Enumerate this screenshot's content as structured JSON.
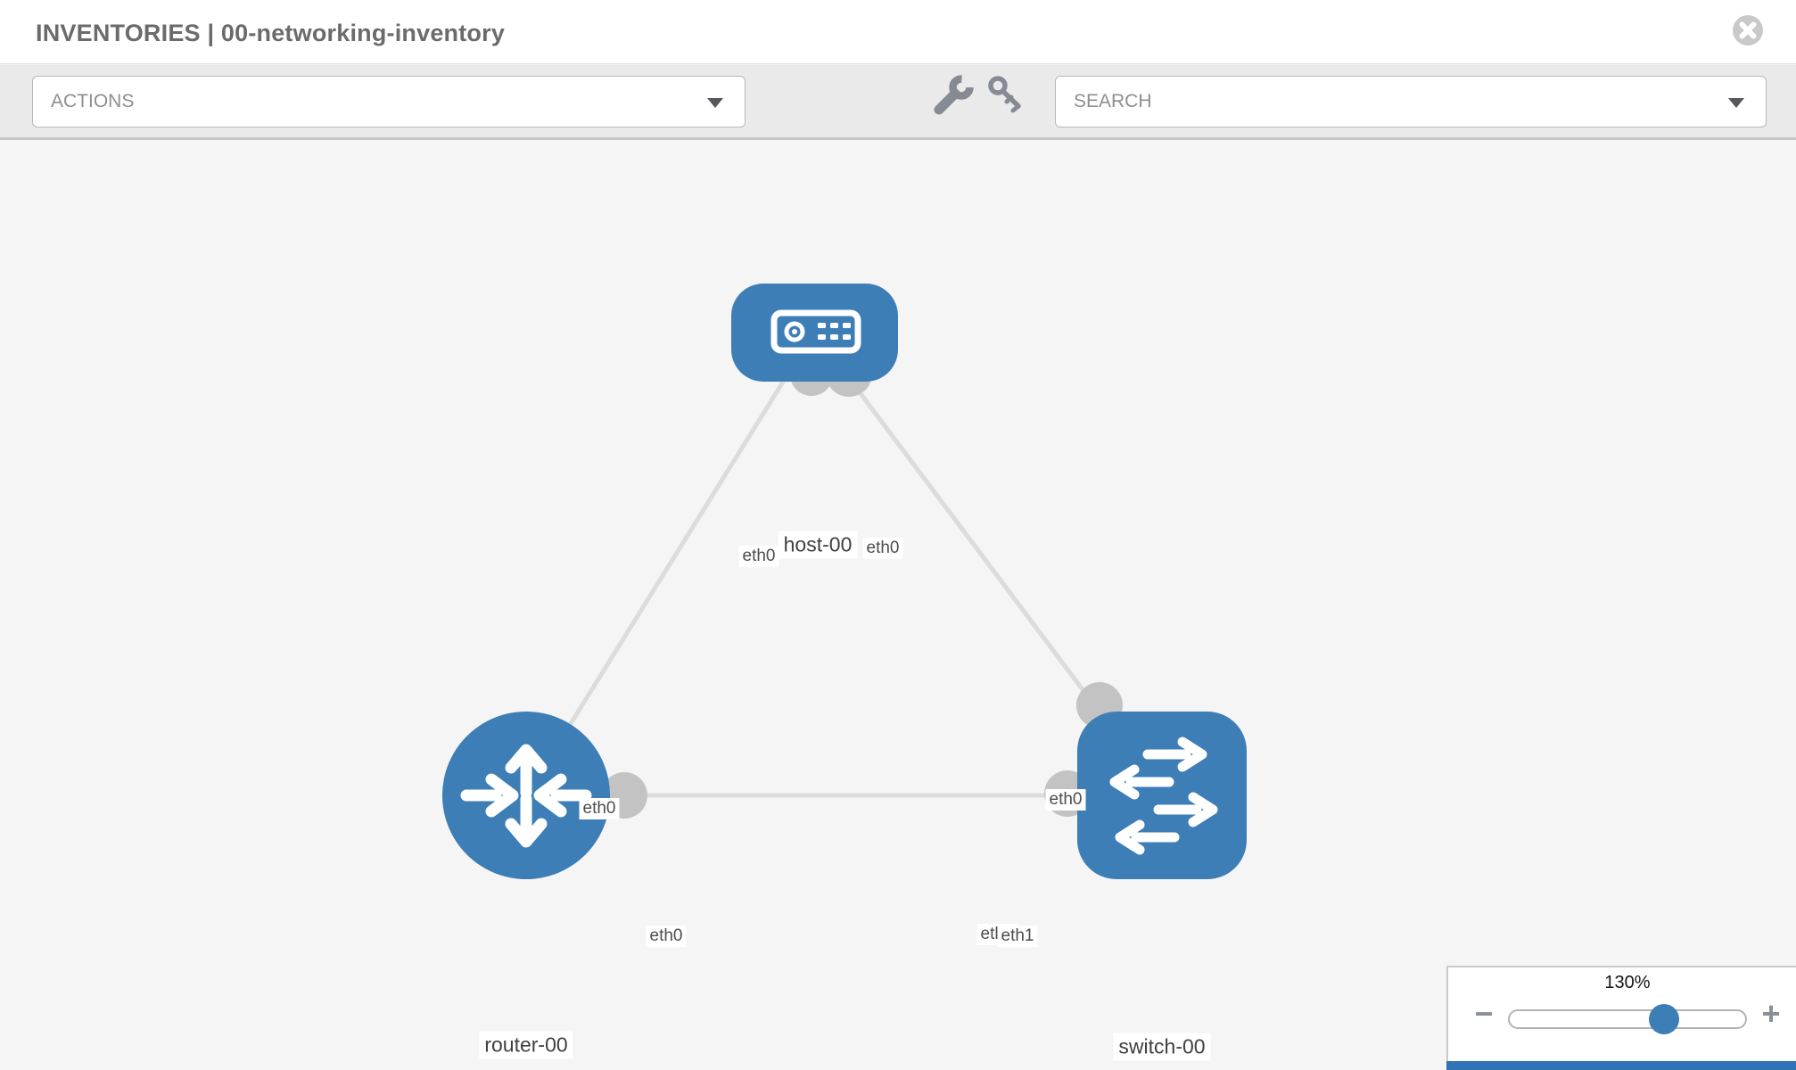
{
  "window": {
    "title": "INVENTORIES | 00-networking-inventory"
  },
  "toolbar": {
    "actions_label": "ACTIONS",
    "search_label": "SEARCH",
    "icons": [
      "wrench-icon",
      "key-icon",
      "caret-down-icon",
      "close-circle-icon"
    ]
  },
  "topology": {
    "nodes": [
      {
        "id": "host-00",
        "type": "host",
        "label": "host-00"
      },
      {
        "id": "router-00",
        "type": "router",
        "label": "router-00"
      },
      {
        "id": "switch-00",
        "type": "switch",
        "label": "switch-00"
      }
    ],
    "links": [
      {
        "from": "host-00",
        "to": "router-00",
        "from_label": "eth0",
        "to_label": "eth0"
      },
      {
        "from": "host-00",
        "to": "switch-00",
        "from_label": "eth0",
        "to_label": "eth0"
      },
      {
        "from": "router-00",
        "to": "switch-00",
        "from_label": "eth0",
        "to_label": "eth1",
        "to_label_back": "eth1"
      }
    ]
  },
  "zoom_control": {
    "value": "130%",
    "minus_label": "−",
    "plus_label": "+"
  },
  "colors": {
    "node_blue": "#3d7eb7",
    "link_gray": "#dcdcdc",
    "endpoint_gray": "#c3c3c3",
    "canvas": "#f5f5f5",
    "toolbar_gray": "#eaeaea",
    "accent_strip": "#3074b7"
  }
}
